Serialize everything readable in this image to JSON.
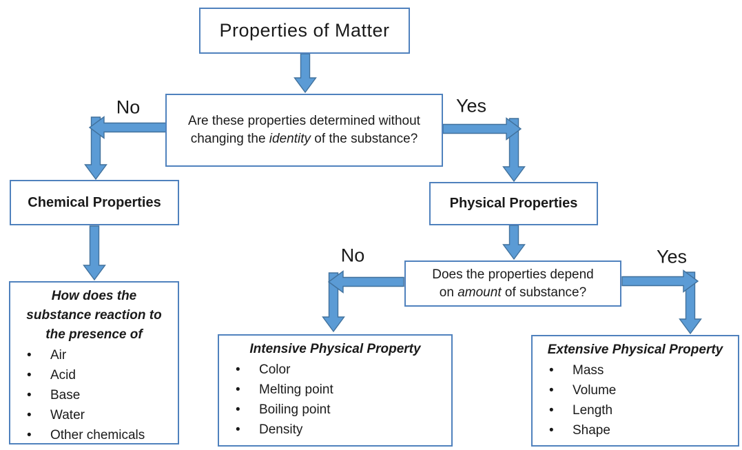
{
  "colors": {
    "arrow_fill": "#5B9BD5",
    "arrow_outline": "#41719C",
    "box_border": "#4F81BD",
    "text": "#1a1a1a"
  },
  "labels": {
    "no1": "No",
    "yes1": "Yes",
    "no2": "No",
    "yes2": "Yes"
  },
  "nodes": {
    "title": {
      "label": "Properties of Matter"
    },
    "q1": {
      "part1": "Are these properties determined without changing the ",
      "italic": "identity",
      "part2": " of the substance?"
    },
    "chemical": {
      "label": "Chemical Properties"
    },
    "physical": {
      "label": "Physical Properties"
    },
    "q2": {
      "part1": "Does the properties depend on ",
      "italic": "amount",
      "part2": " of substance?"
    },
    "how": {
      "heading": "How does the substance reaction to the presence of",
      "items": [
        "Air",
        "Acid",
        "Base",
        "Water",
        "Other chemicals"
      ]
    },
    "intensive": {
      "heading": "Intensive Physical Property",
      "items": [
        "Color",
        "Melting point",
        "Boiling point",
        "Density"
      ]
    },
    "extensive": {
      "heading": "Extensive Physical Property",
      "items": [
        "Mass",
        "Volume",
        "Length",
        "Shape"
      ]
    }
  }
}
